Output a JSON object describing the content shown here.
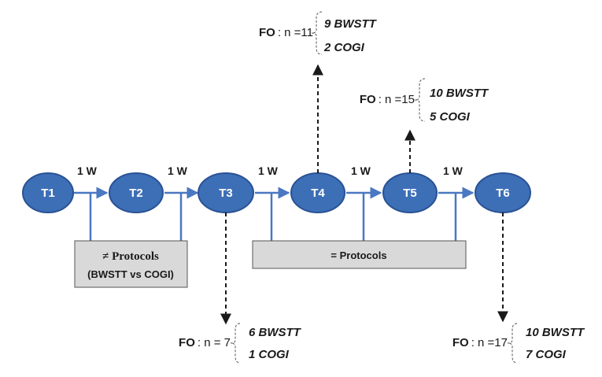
{
  "colors": {
    "node_fill": "#3d6fb6",
    "node_stroke": "#2a5294",
    "connector": "#4a78c2",
    "box_fill": "#d9d9d9",
    "box_stroke": "#555555",
    "dashed_arrow": "#1a1a1a",
    "brace": "#555555"
  },
  "nodes": [
    {
      "id": "T1",
      "label": "T1"
    },
    {
      "id": "T2",
      "label": "T2"
    },
    {
      "id": "T3",
      "label": "T3"
    },
    {
      "id": "T4",
      "label": "T4"
    },
    {
      "id": "T5",
      "label": "T5"
    },
    {
      "id": "T6",
      "label": "T6"
    }
  ],
  "intervals": [
    {
      "from": "T1",
      "to": "T2",
      "label": "1 W"
    },
    {
      "from": "T2",
      "to": "T3",
      "label": "1 W"
    },
    {
      "from": "T3",
      "to": "T4",
      "label": "1 W"
    },
    {
      "from": "T4",
      "to": "T5",
      "label": "1 W"
    },
    {
      "from": "T5",
      "to": "T6",
      "label": "1 W"
    }
  ],
  "protocol_boxes": [
    {
      "id": "different",
      "title": "≠ Protocols",
      "subtitle": "(BWSTT vs COGI)"
    },
    {
      "id": "same",
      "title": "= Protocols"
    }
  ],
  "follow_ups": [
    {
      "from": "T3",
      "direction": "down",
      "fo": "FO",
      "n_text": ": n = 7",
      "lines": [
        "6 BWSTT",
        "1 COGI"
      ]
    },
    {
      "from": "T4",
      "direction": "up",
      "fo": "FO",
      "n_text": ": n =11",
      "lines": [
        "9 BWSTT",
        "2 COGI"
      ]
    },
    {
      "from": "T5",
      "direction": "up",
      "fo": "FO",
      "n_text": ": n =15",
      "lines": [
        "10 BWSTT",
        "5 COGI"
      ]
    },
    {
      "from": "T6",
      "direction": "down",
      "fo": "FO",
      "n_text": ": n =17",
      "lines": [
        "10 BWSTT",
        "7 COGI"
      ]
    }
  ]
}
